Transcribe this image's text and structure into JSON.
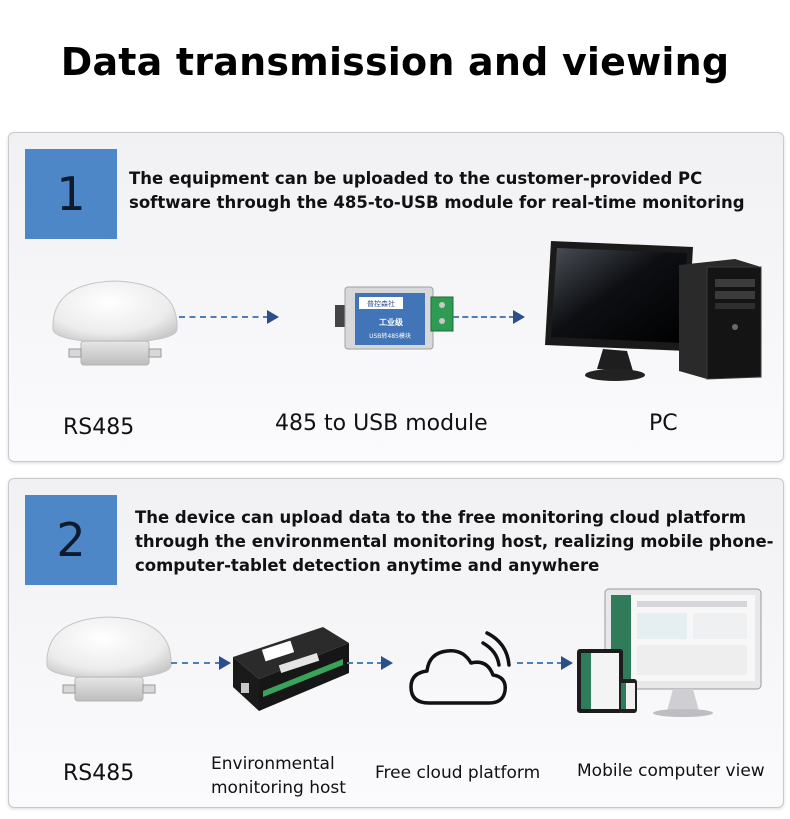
{
  "title": "Data transmission and viewing",
  "step1": {
    "number": "1",
    "description": "The equipment can be uploaded to the customer-provided PC software through the 485-to-USB module for real-time monitoring",
    "nodes": {
      "sensor": "RS485",
      "module": "485 to USB module",
      "pc": "PC"
    },
    "module_text": {
      "brand": "普控森社",
      "grade": "工业级",
      "type": "USB转485模块"
    }
  },
  "step2": {
    "number": "2",
    "description": "The device can upload data to the free monitoring cloud platform through the environmental monitoring host, realizing mobile phone-computer-tablet detection anytime and anywhere",
    "nodes": {
      "sensor": "RS485",
      "host_line1": "Environmental",
      "host_line2": "monitoring host",
      "cloud": "Free cloud platform",
      "view": "Mobile computer view"
    }
  },
  "colors": {
    "step_box": "#4d87c7",
    "arrow": "#2a4f8c",
    "dash": "#4e7fb6",
    "panel_border": "#c9c9cd"
  },
  "icons": [
    "sensor-device-icon",
    "usb-module-icon",
    "pc-monitor-icon",
    "pc-tower-icon",
    "monitoring-host-icon",
    "cloud-wifi-icon",
    "multi-device-icon",
    "arrow-right-icon"
  ]
}
